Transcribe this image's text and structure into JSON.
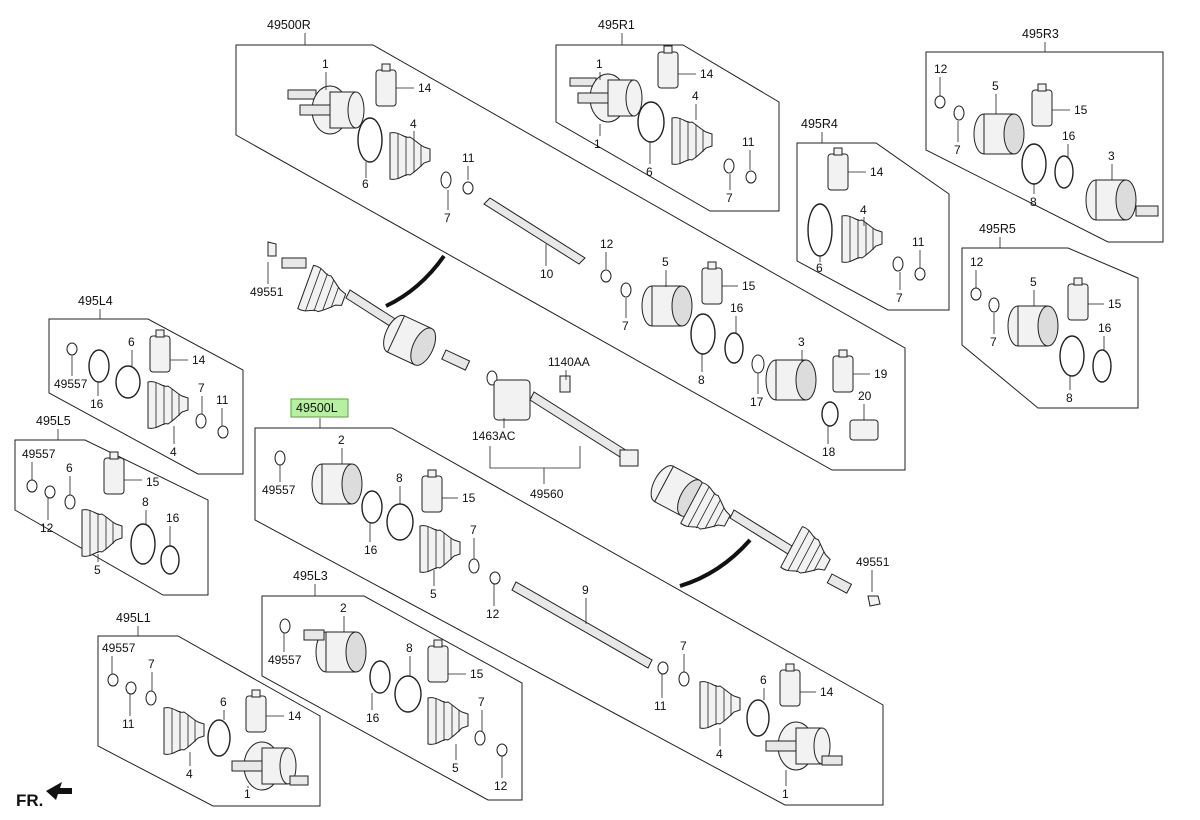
{
  "groups": {
    "g_49500R": "49500R",
    "g_495R1": "495R1",
    "g_495R3": "495R3",
    "g_495R4": "495R4",
    "g_495R5": "495R5",
    "g_495L4": "495L4",
    "g_495L5": "495L5",
    "g_49500L": "49500L",
    "g_495L3": "495L3",
    "g_495L1": "495L1"
  },
  "parts": {
    "p1": "1",
    "p2": "2",
    "p3": "3",
    "p4": "4",
    "p5": "5",
    "p6": "6",
    "p7": "7",
    "p8": "8",
    "p9": "9",
    "p10": "10",
    "p11": "11",
    "p12": "12",
    "p14": "14",
    "p15": "15",
    "p16": "16",
    "p17": "17",
    "p18": "18",
    "p19": "19",
    "p20": "20",
    "p49551": "49551",
    "p49557": "49557",
    "p49560": "49560",
    "p1140AA": "1140AA",
    "p1463AC": "1463AC"
  },
  "footer": {
    "direction_label": "FR."
  },
  "colors": {
    "highlight_fill": "#b8f0a2",
    "highlight_stroke": "#5aa43c",
    "line": "#222222"
  }
}
